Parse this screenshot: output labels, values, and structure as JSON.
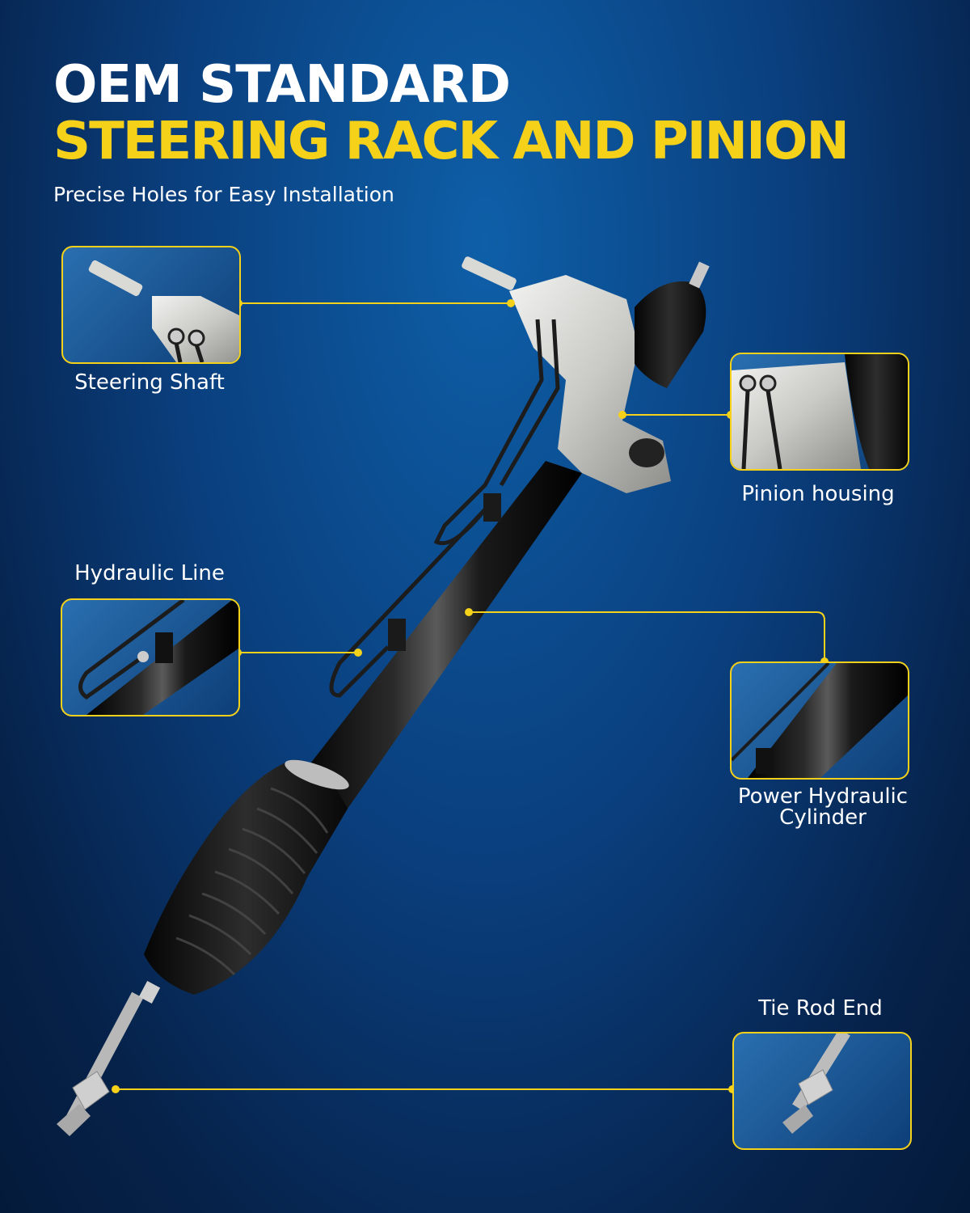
{
  "header": {
    "line1": "OEM STANDARD",
    "line2": "STEERING RACK AND PINION",
    "subtitle": "Precise Holes for Easy Installation"
  },
  "callouts": [
    {
      "id": "steering-shaft",
      "label": "Steering Shaft"
    },
    {
      "id": "pinion-housing",
      "label": "Pinion housing"
    },
    {
      "id": "hydraulic-line",
      "label": "Hydraulic Line"
    },
    {
      "id": "power-hydraulic-cylinder",
      "label_line1": "Power Hydraulic",
      "label_line2": "Cylinder"
    },
    {
      "id": "tie-rod-end",
      "label": "Tie Rod End"
    }
  ],
  "colors": {
    "accent": "#f5d11a",
    "title_white": "#ffffff",
    "background_top": "#0e5fa8",
    "background_bottom": "#041a3a"
  }
}
